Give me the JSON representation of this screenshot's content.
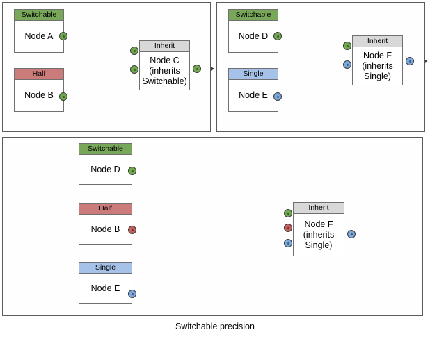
{
  "diagram": {
    "caption": "Switchable precision",
    "colors": {
      "green": "#78A75A",
      "red": "#CC7B7B",
      "blue": "#A7C2E8",
      "grey": "#D8D8D8",
      "port_green": "#6FA84F",
      "port_red": "#C0605F",
      "port_blue": "#7BA7DC",
      "border": "#707070",
      "panel_border": "#5B5B5B",
      "edge": "#555555"
    }
  },
  "panels": [
    {
      "id": "panel-top-left",
      "nodes": [
        {
          "id": "node-a",
          "header": "Switchable",
          "header_color": "green",
          "body": "Node A"
        },
        {
          "id": "node-b",
          "header": "Half",
          "header_color": "red",
          "body": "Node B"
        },
        {
          "id": "node-c",
          "header": "Inherit",
          "header_color": "grey",
          "body": "Node C\n(inherits\nSwitchable)"
        }
      ],
      "ports": [
        {
          "id": "port-a-out",
          "color": "green"
        },
        {
          "id": "port-b-out",
          "color": "green"
        },
        {
          "id": "port-c-in-1",
          "color": "green"
        },
        {
          "id": "port-c-in-2",
          "color": "green"
        },
        {
          "id": "port-c-out",
          "color": "green"
        }
      ],
      "edges": [
        {
          "from": "node-a",
          "to": "node-c"
        },
        {
          "from": "node-b",
          "to": "node-c"
        },
        {
          "from": "node-c",
          "to": "output"
        }
      ]
    },
    {
      "id": "panel-top-right",
      "nodes": [
        {
          "id": "node-d",
          "header": "Switchable",
          "header_color": "green",
          "body": "Node D"
        },
        {
          "id": "node-e",
          "header": "Single",
          "header_color": "blue",
          "body": "Node E"
        },
        {
          "id": "node-f",
          "header": "Inherit",
          "header_color": "grey",
          "body": "Node F\n(inherits\nSingle)"
        }
      ],
      "ports": [
        {
          "id": "port-d-out",
          "color": "green"
        },
        {
          "id": "port-e-out",
          "color": "blue"
        },
        {
          "id": "port-f-in-1",
          "color": "green"
        },
        {
          "id": "port-f-in-2",
          "color": "blue"
        },
        {
          "id": "port-f-out",
          "color": "blue"
        }
      ],
      "edges": [
        {
          "from": "node-d",
          "to": "node-f"
        },
        {
          "from": "node-e",
          "to": "node-f"
        },
        {
          "from": "node-f",
          "to": "output"
        }
      ]
    },
    {
      "id": "panel-bottom",
      "nodes": [
        {
          "id": "node-d2",
          "header": "Switchable",
          "header_color": "green",
          "body": "Node D"
        },
        {
          "id": "node-b2",
          "header": "Half",
          "header_color": "red",
          "body": "Node B"
        },
        {
          "id": "node-e2",
          "header": "Single",
          "header_color": "blue",
          "body": "Node E"
        },
        {
          "id": "node-f2",
          "header": "Inherit",
          "header_color": "grey",
          "body": "Node F\n(inherits\nSingle)"
        }
      ],
      "ports": [
        {
          "id": "port-d2-out",
          "color": "green"
        },
        {
          "id": "port-b2-out",
          "color": "red"
        },
        {
          "id": "port-e2-out",
          "color": "blue"
        },
        {
          "id": "port-f2-in-1",
          "color": "green"
        },
        {
          "id": "port-f2-in-2",
          "color": "red"
        },
        {
          "id": "port-f2-in-3",
          "color": "blue"
        },
        {
          "id": "port-f2-out",
          "color": "blue"
        }
      ],
      "edges": [
        {
          "from": "node-d2",
          "to": "node-f2"
        },
        {
          "from": "node-b2",
          "to": "node-f2"
        },
        {
          "from": "node-e2",
          "to": "node-f2"
        }
      ]
    }
  ]
}
